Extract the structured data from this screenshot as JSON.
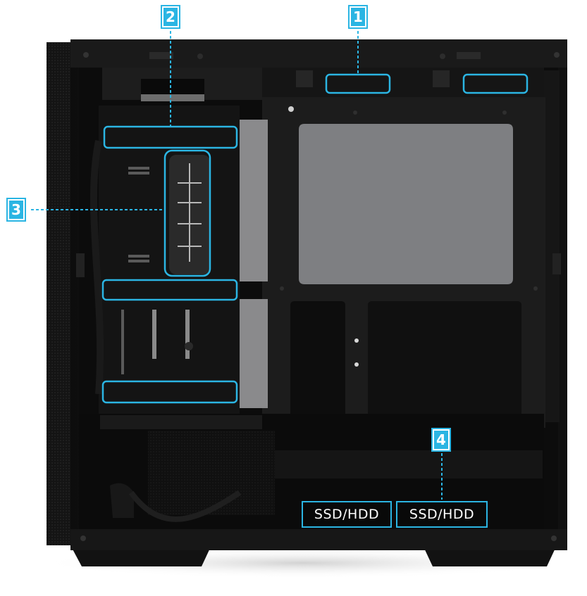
{
  "callouts": [
    {
      "number": "1"
    },
    {
      "number": "2"
    },
    {
      "number": "3"
    },
    {
      "number": "4"
    }
  ],
  "drive_labels": [
    "SSD/HDD",
    "SSD/HDD"
  ],
  "colors": {
    "accent": "#2bb5e3",
    "case_body": "#161616",
    "motherboard_tray": "#1e1e1e",
    "cutout": "#7e7f82"
  }
}
